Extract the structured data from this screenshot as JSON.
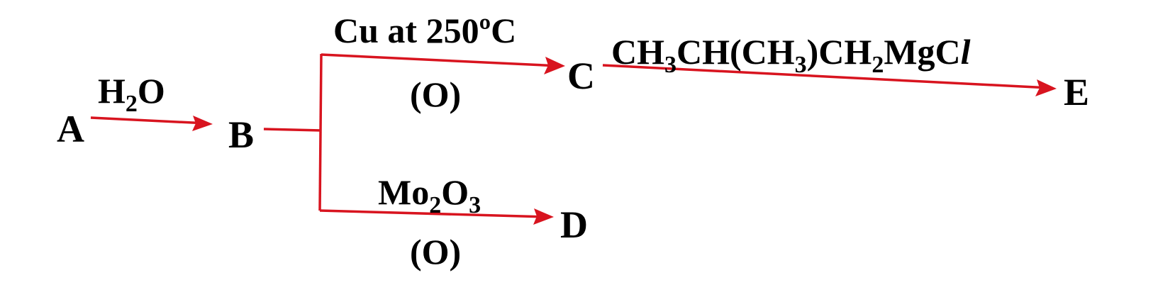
{
  "species": {
    "A": "A",
    "B": "B",
    "C": "C",
    "D": "D",
    "E": "E"
  },
  "reagents": {
    "a_to_b": {
      "main": "H",
      "sub": "2",
      "tail": "O"
    },
    "b_to_c_top": "Cu at 250ºC",
    "b_to_c_bottom": "(O)",
    "b_to_d_top": {
      "p1": "Mo",
      "s1": "2",
      "p2": "O",
      "s2": "3"
    },
    "b_to_d_bottom": "(O)",
    "c_to_e": {
      "p1": "CH",
      "s1": "3",
      "p2": "CH(CH",
      "s2": "3",
      "p3": ")CH",
      "s3": "2",
      "p4": "MgC",
      "p5": "l"
    }
  },
  "colors": {
    "arrow": "#d8141f",
    "text": "#000000"
  }
}
